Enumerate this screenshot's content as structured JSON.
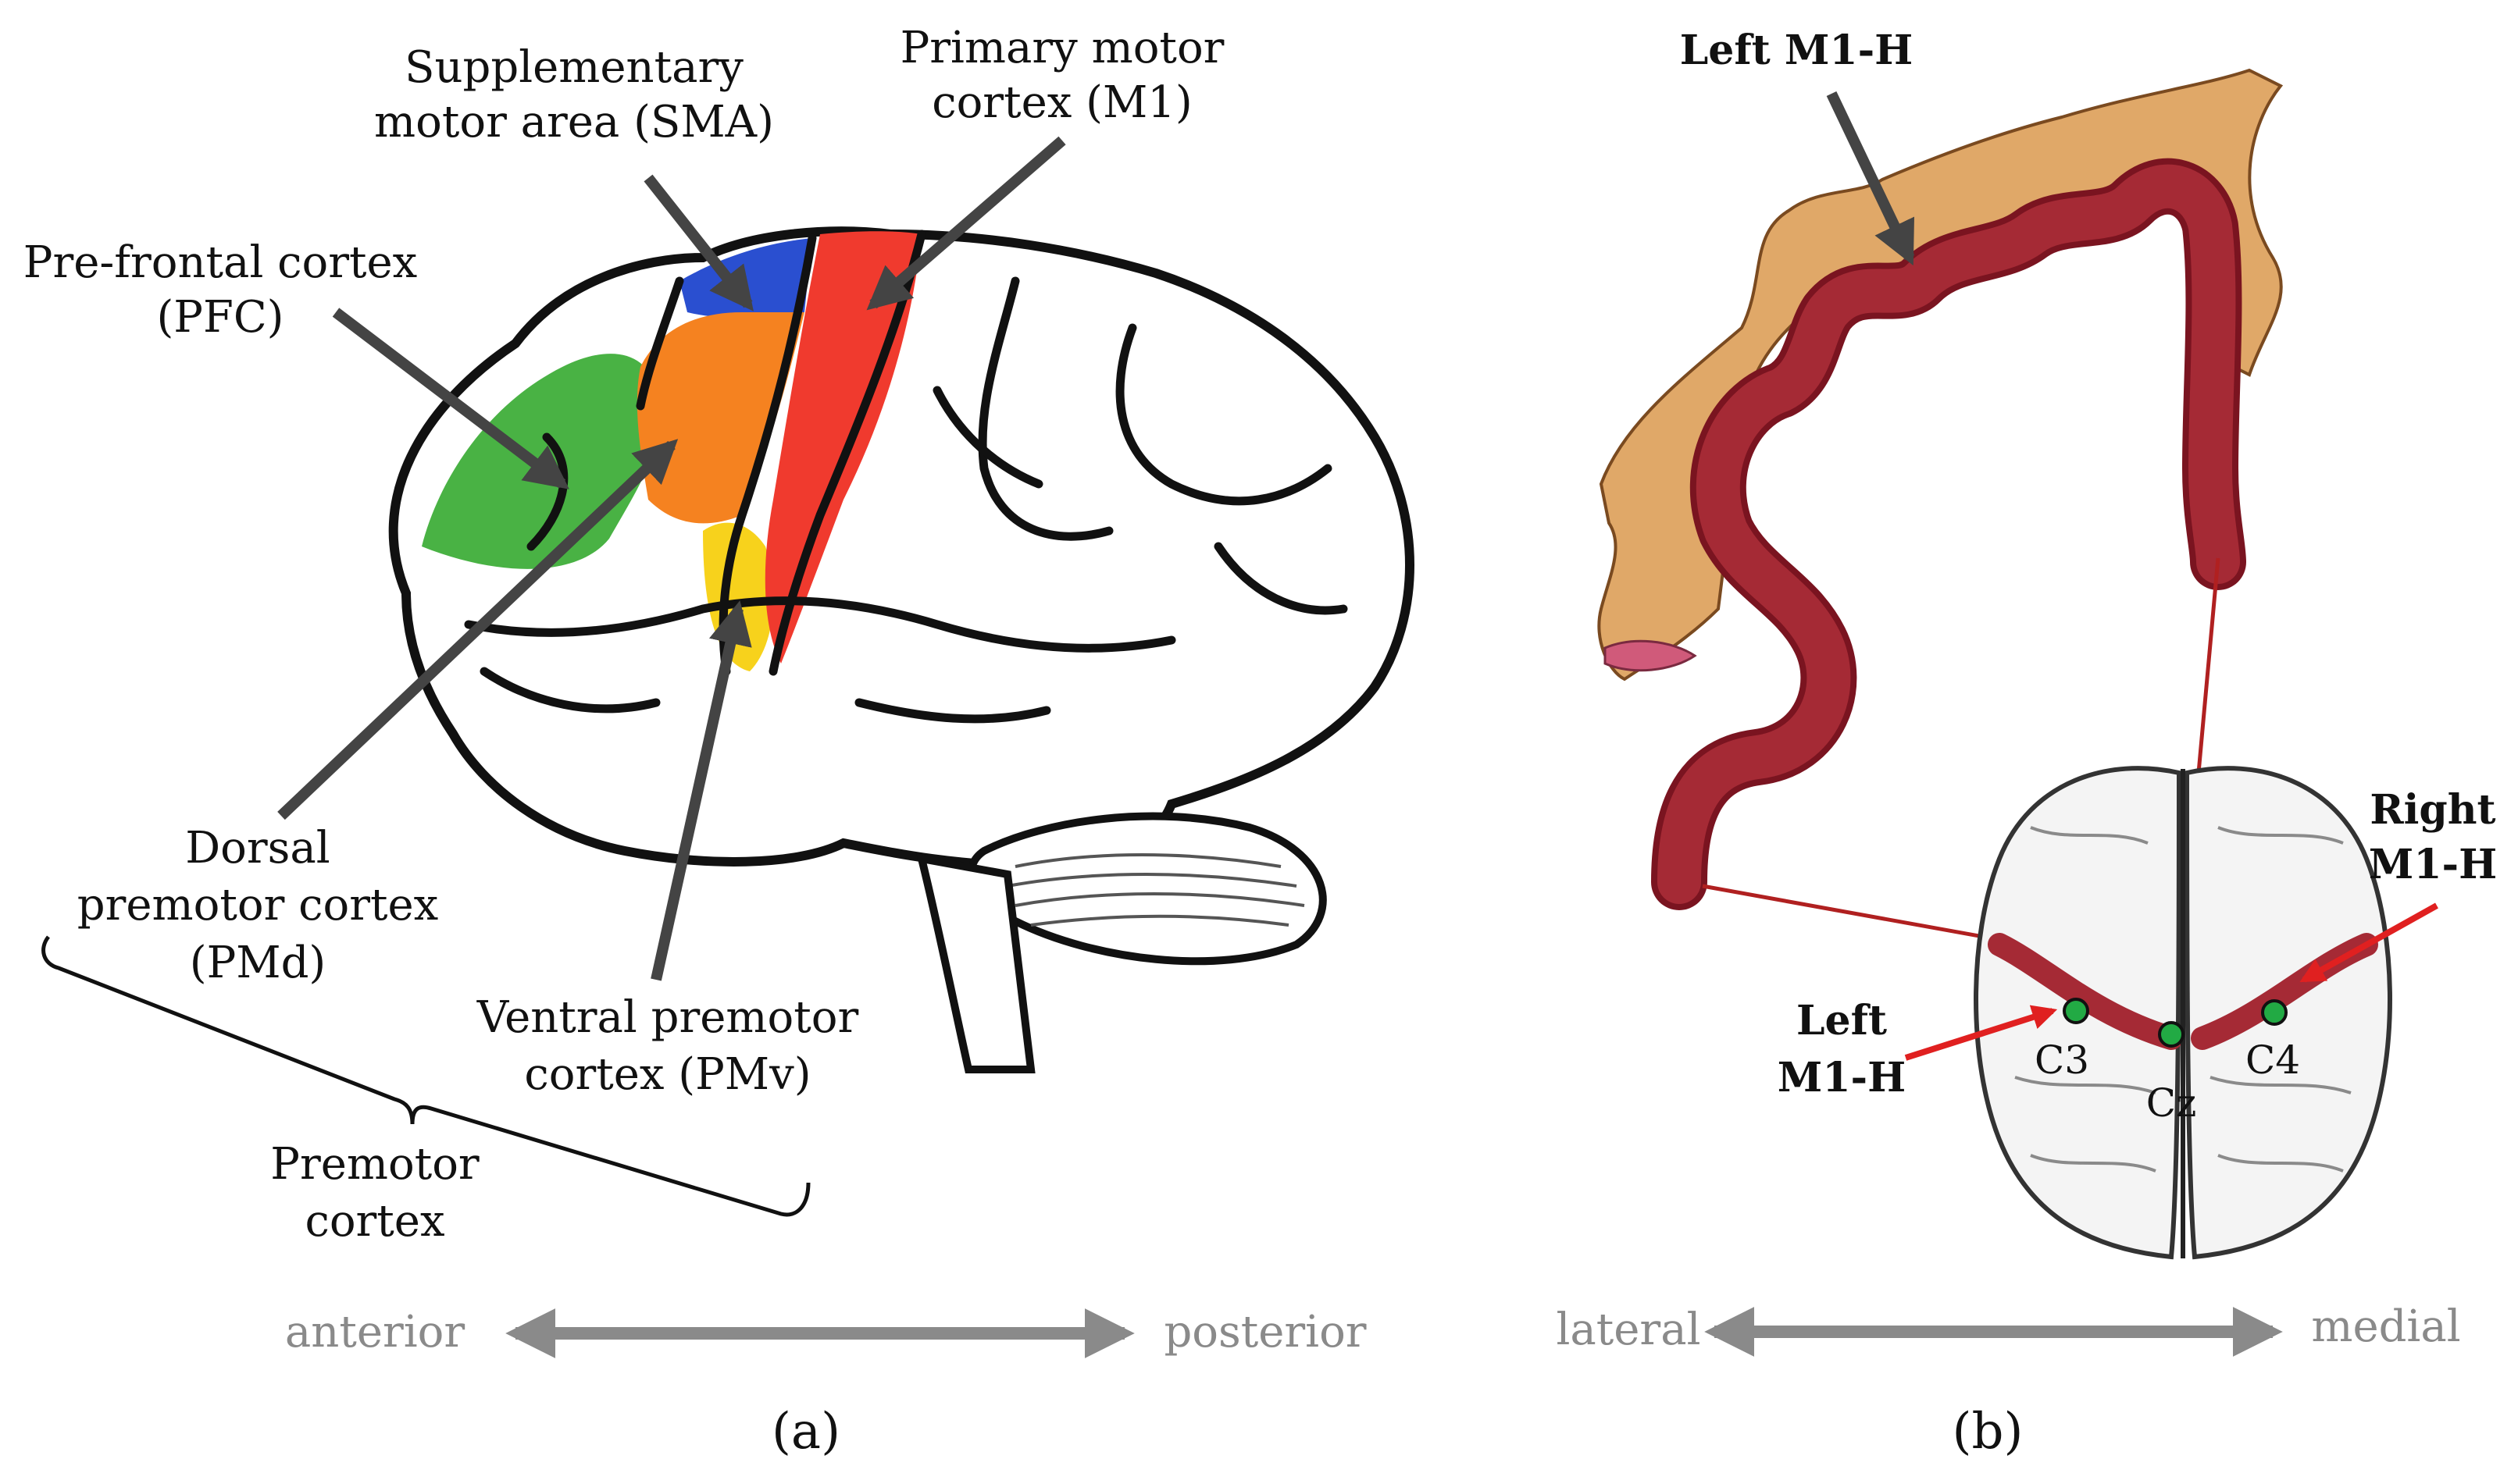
{
  "panel_a": {
    "labels": {
      "sma_line1": "Supplementary",
      "sma_line2": "motor area (SMA)",
      "m1_line1": "Primary motor",
      "m1_line2": "cortex (M1)",
      "pfc_line1": "Pre-frontal cortex",
      "pfc_line2": "(PFC)",
      "pmd_line1": "Dorsal",
      "pmd_line2": "premotor cortex",
      "pmd_line3": "(PMd)",
      "pmv_line1": "Ventral premotor",
      "pmv_line2": "cortex (PMv)",
      "premotor_line1": "Premotor",
      "premotor_line2": "cortex"
    },
    "axis": {
      "left": "anterior",
      "right": "posterior"
    },
    "caption": "(a)",
    "region_colors": {
      "pfc": "#3fae3a",
      "sma": "#2a4fd0",
      "m1": "#f03a2e",
      "pmd": "#f58220",
      "pmv": "#f7d21c"
    }
  },
  "panel_b": {
    "labels": {
      "top": "Left M1-H",
      "right_line1": "Right",
      "right_line2": "M1-H",
      "left_line1": "Left",
      "left_line2": "M1-H"
    },
    "electrodes": [
      "C3",
      "Cz",
      "C4"
    ],
    "axis": {
      "left": "lateral",
      "right": "medial"
    },
    "caption": "(b)",
    "colors": {
      "cortex_strip": "#a52a35",
      "homunculus": "#e0a868",
      "electrode": "#22aa44",
      "pointer": "#e02020"
    }
  }
}
